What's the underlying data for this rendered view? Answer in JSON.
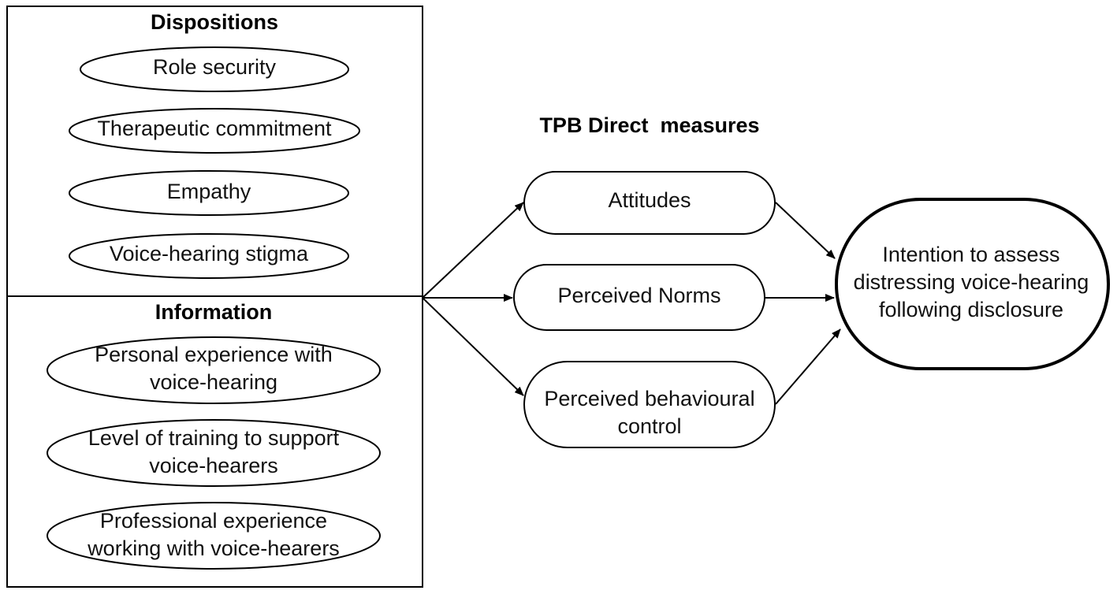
{
  "dispositions": {
    "heading": "Dispositions",
    "items": [
      "Role security",
      "Therapeutic commitment",
      "Empathy",
      "Voice-hearing stigma"
    ]
  },
  "information": {
    "heading": "Information",
    "items": [
      [
        "Personal experience with",
        "voice-hearing"
      ],
      [
        "Level of training to support",
        "voice-hearers"
      ],
      [
        "Professional experience",
        "working with voice-hearers"
      ]
    ]
  },
  "tpb": {
    "heading": "TPB Direct  measures",
    "attitudes": "Attitudes",
    "norms": "Perceived Norms",
    "control": [
      "Perceived behavioural",
      "control"
    ]
  },
  "outcome": [
    "Intention to assess",
    "distressing voice-hearing",
    "following disclosure"
  ]
}
